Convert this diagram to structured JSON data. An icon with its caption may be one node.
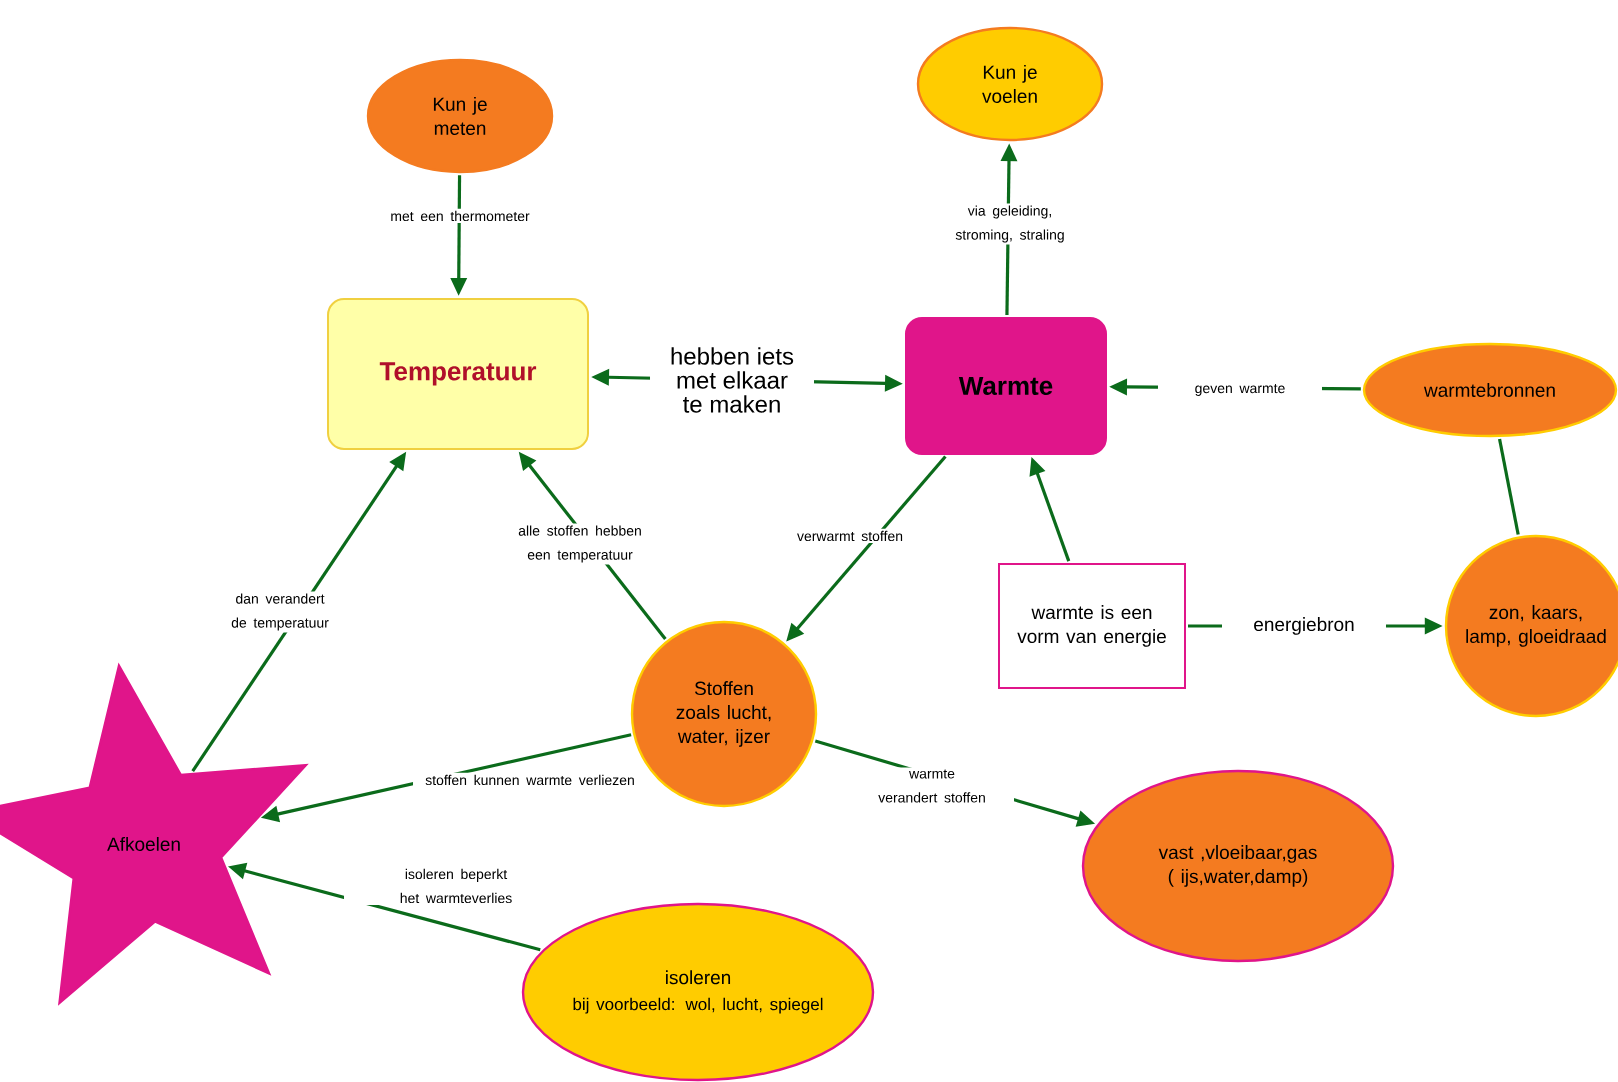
{
  "diagram": {
    "nodes": [
      {
        "text": [
          "Kun je meten"
        ]
      },
      {
        "text": [
          "Kun je voelen"
        ]
      },
      {
        "text": [
          "Temperatuur"
        ]
      },
      {
        "text": [
          "Warmte"
        ]
      },
      {
        "text": [
          "warmtebronnen"
        ]
      },
      {
        "text": [
          "Stoffen zoals lucht, water, ijzer"
        ]
      },
      {
        "text": [
          "warmte is een vorm van energie"
        ]
      },
      {
        "text": [
          "zon, kaars, lamp, gloeidraad"
        ]
      },
      {
        "text": [
          "Afkoelen"
        ]
      },
      {
        "text": [
          "vast ,vloeibaar,gas ( ijs,water,damp)"
        ]
      },
      {
        "text": [
          "isoleren",
          "bij voorbeeld: wol, lucht, spiegel"
        ]
      }
    ],
    "edges": [
      {
        "from": 0,
        "to": 2,
        "arrow": "to",
        "label": "met een thermometer"
      },
      {
        "from": 3,
        "to": 1,
        "arrow": "to",
        "label": "via geleiding, stroming, straling"
      },
      {
        "from": 2,
        "to": 3,
        "arrow": "both",
        "label": "hebben iets met elkaar te maken"
      },
      {
        "from": 4,
        "to": 3,
        "arrow": "to",
        "label": "geven warmte"
      },
      {
        "from": 4,
        "to": 7,
        "arrow": "none"
      },
      {
        "from": 3,
        "to": 5,
        "arrow": "to",
        "label": "verwarmt stoffen"
      },
      {
        "from": 6,
        "to": 3,
        "arrow": "to"
      },
      {
        "from": 6,
        "to": 7,
        "arrow": "to",
        "label": "energiebron"
      },
      {
        "from": 5,
        "to": 2,
        "arrow": "to",
        "label": "alle stoffen hebben een temperatuur"
      },
      {
        "from": 8,
        "to": 2,
        "arrow": "to",
        "label": "dan verandert de temperatuur"
      },
      {
        "from": 5,
        "to": 8,
        "arrow": "to",
        "label": "stoffen kunnen warmte verliezen"
      },
      {
        "from": 10,
        "to": 8,
        "arrow": "to",
        "label": "isoleren beperkt het warmteverlies"
      },
      {
        "from": 5,
        "to": 9,
        "arrow": "to",
        "label": "warmte verandert stoffen"
      }
    ]
  }
}
